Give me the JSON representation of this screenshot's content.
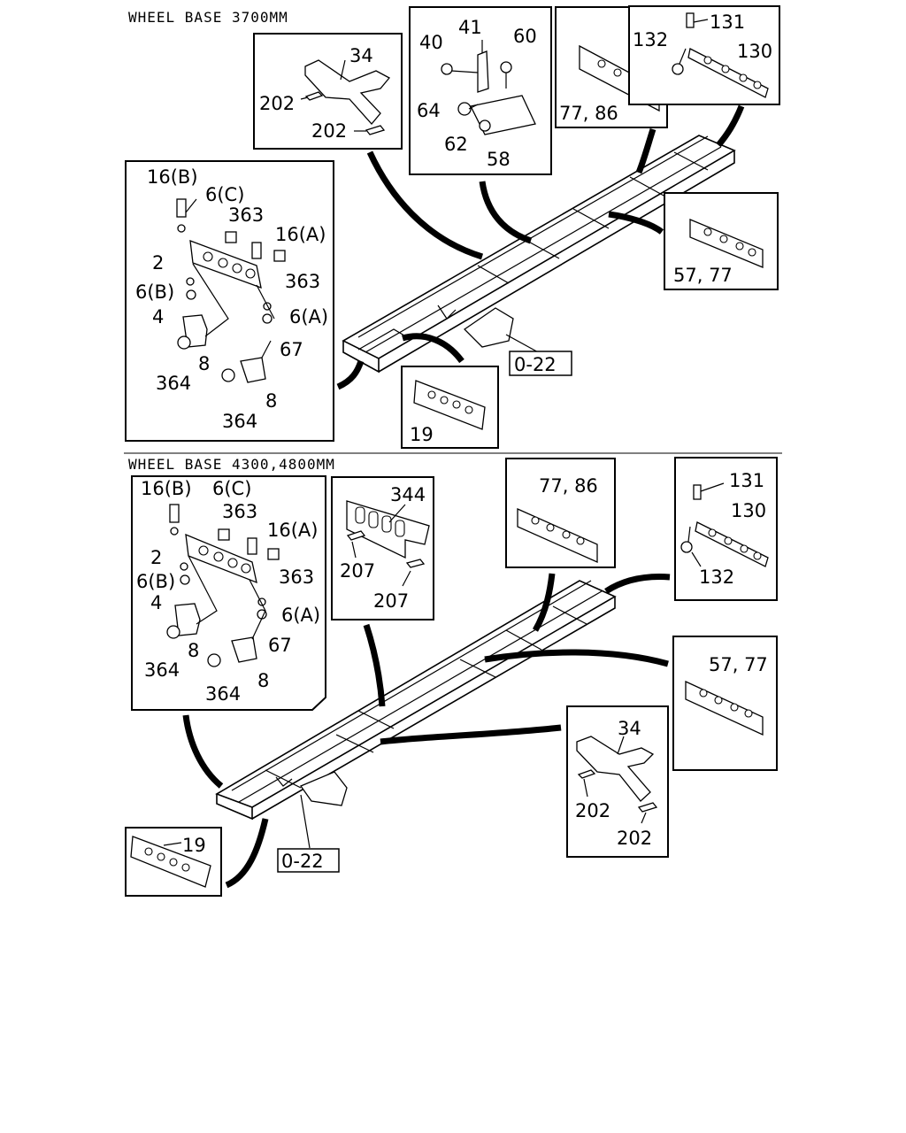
{
  "sections": [
    {
      "heading": "WHEEL BASE 3700MM",
      "ref": "0-22",
      "labels": {
        "a_34": "34",
        "a_202a": "202",
        "a_202b": "202",
        "b_40": "40",
        "b_41": "41",
        "b_60": "60",
        "b_64": "64",
        "b_62": "62",
        "b_58": "58",
        "c_7786": "77, 86",
        "d_131": "131",
        "d_132": "132",
        "d_130": "130",
        "e_16b": "16(B)",
        "e_6c": "6(C)",
        "e_363a": "363",
        "e_16a": "16(A)",
        "e_2": "2",
        "e_363b": "363",
        "e_6b": "6(B)",
        "e_4": "4",
        "e_6a": "6(A)",
        "e_67": "67",
        "e_8a": "8",
        "e_364a": "364",
        "e_364b": "364",
        "e_8b": "8",
        "f_5777": "57, 77",
        "g_19": "19"
      }
    },
    {
      "heading": "WHEEL BASE 4300,4800MM",
      "ref": "0-22",
      "labels": {
        "e_16b": "16(B)",
        "e_6c": "6(C)",
        "e_363a": "363",
        "e_16a": "16(A)",
        "e_2": "2",
        "e_363b": "363",
        "e_6b": "6(B)",
        "e_4": "4",
        "e_6a": "6(A)",
        "e_67": "67",
        "e_8a": "8",
        "e_364a": "364",
        "e_364b": "364",
        "e_8b": "8",
        "h_344": "344",
        "h_207a": "207",
        "h_207b": "207",
        "c_7786": "77, 86",
        "d_131": "131",
        "d_130": "130",
        "d_132": "132",
        "f_5777": "57, 77",
        "a_34": "34",
        "a_202a": "202",
        "a_202b": "202",
        "g_19": "19"
      }
    }
  ]
}
